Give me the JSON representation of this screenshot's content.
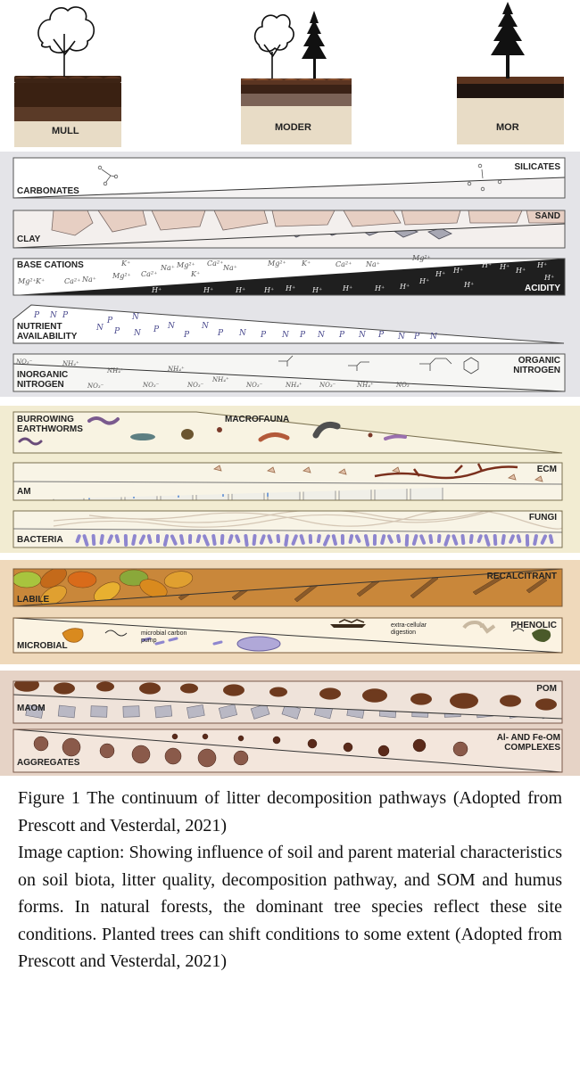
{
  "humus_forms": {
    "mull": "MULL",
    "moder": "MODER",
    "mor": "MOR"
  },
  "soil_chemistry": {
    "carbonates": "CARBONATES",
    "silicates": "SILICATES",
    "clay": "CLAY",
    "sand": "SAND",
    "base_cations": "BASE CATIONS",
    "acidity": "ACIDITY",
    "nutrient_availability_line1": "NUTRIENT",
    "nutrient_availability_line2": "AVAILABILITY",
    "inorganic_nitrogen_line1": "INORGANIC",
    "inorganic_nitrogen_line2": "NITROGEN",
    "organic_nitrogen_line1": "ORGANIC",
    "organic_nitrogen_line2": "NITROGEN",
    "cation_symbols": [
      "Mg²⁺",
      "K⁺",
      "Ca²⁺",
      "Na⁺"
    ],
    "acid_symbol": "H⁺",
    "nutrient_symbols": [
      "P",
      "N"
    ],
    "inorganic_n_symbols": [
      "NO₃⁻",
      "NH₄⁺"
    ]
  },
  "soil_biota": {
    "burrowing_earthworms_line1": "BURROWING",
    "burrowing_earthworms_line2": "EARTHWORMS",
    "macrofauna": "MACROFAUNA",
    "am": "AM",
    "ecm": "ECM",
    "bacteria": "BACTERIA",
    "fungi": "FUNGI"
  },
  "litter_quality": {
    "labile": "LABILE",
    "recalcitrant": "RECALCITRANT",
    "microbial": "MICROBIAL",
    "phenolic": "PHENOLIC",
    "microbial_carbon_pump": "microbial carbon pump",
    "extra_cellular_digestion": "extra-cellular digestion"
  },
  "som_forms": {
    "maom": "MAOM",
    "pom": "POM",
    "aggregates": "AGGREGATES",
    "al_fe_om_line1": "Al- AND Fe-OM",
    "al_fe_om_line2": "COMPLEXES"
  },
  "caption": {
    "figure": "Figure 1 The continuum of litter decomposition pathways (Adopted from Prescott and Vesterdal, 2021)",
    "image_caption": "Image caption: Showing influence of soil and parent material characteristics on soil biota, litter quality, decomposition pathway, and SOM and humus forms. In natural forests, the dominant tree species reflect these site conditions. Planted trees can shift conditions to some extent (Adopted from Prescott and Vesterdal, 2021)"
  },
  "colors": {
    "section_chemistry_bg": "#e4e4e8",
    "section_biota_bg": "#f2ecd2",
    "section_litter_bg": "#efd9bb",
    "section_som_bg": "#e6d3c6",
    "acidity_dark": "#1f1f1f",
    "bacteria_purple": "#8e86cf",
    "earthworm_purple": "#9a6fae",
    "root_brown": "#7a2f1c",
    "leaf_orange": "#d98a1e",
    "leaf_green": "#a8c43e",
    "pom_brown": "#6e3a1e",
    "mineral_grey": "#b9b8c4",
    "topsoil_dark": "#3b2417",
    "ground_beige": "#e8dcc6"
  }
}
